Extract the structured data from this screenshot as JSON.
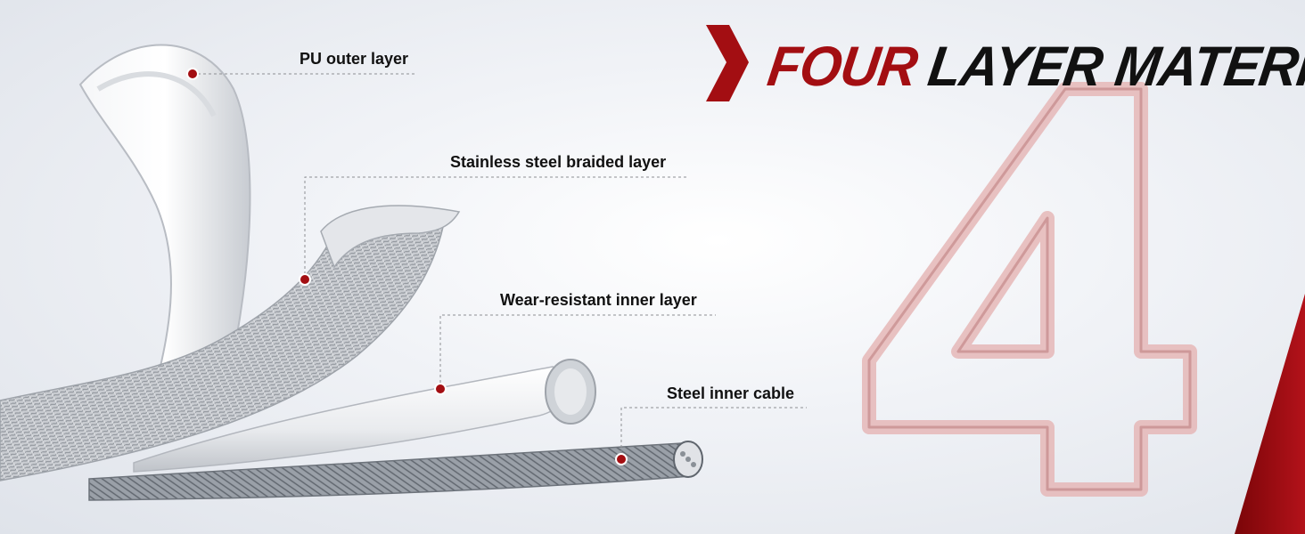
{
  "title": {
    "word1": "FOUR",
    "word2": "LAYER MATERIAL"
  },
  "big_numeral": "4",
  "labels": {
    "pu": "PU outer layer",
    "steel_braid": "Stainless steel braided layer",
    "wear": "Wear-resistant inner layer",
    "cable": "Steel inner cable"
  },
  "colors": {
    "accent": "#a30e12",
    "text": "#111111"
  }
}
